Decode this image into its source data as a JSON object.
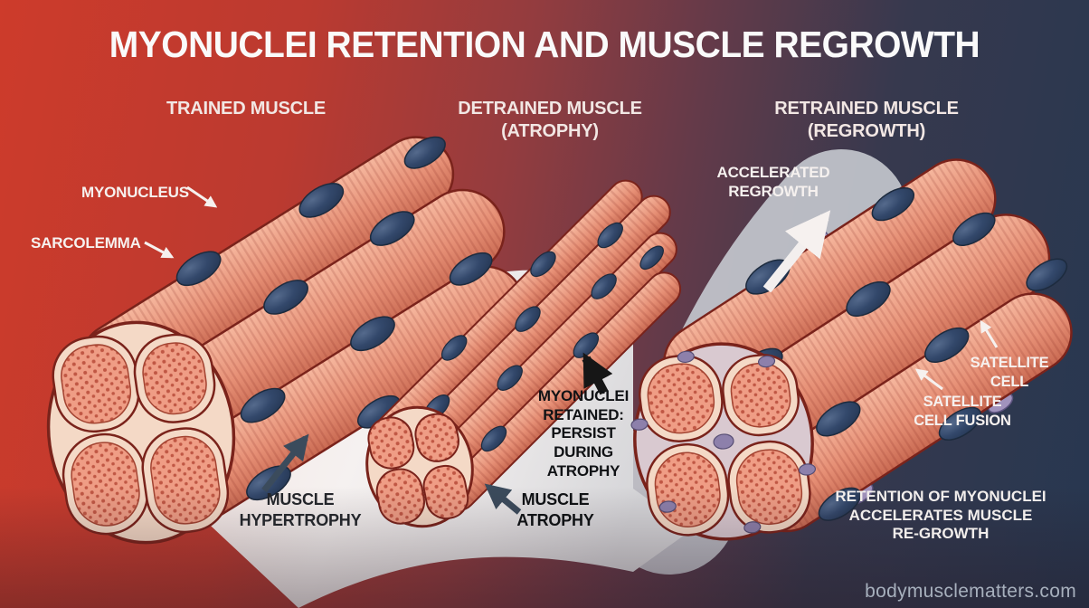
{
  "meta": {
    "title": "MYONUCLEI RETENTION AND MUSCLE REGROWTH",
    "watermark": "bodymusclematters.com"
  },
  "columns": {
    "trained": {
      "label": "TRAINED MUSCLE"
    },
    "detrained": {
      "label": "DETRAINED MUSCLE\n(ATROPHY)"
    },
    "retrained": {
      "label": "RETRAINED MUSCLE\n(REGROWTH)"
    }
  },
  "annotations": {
    "myonucleus": "MYONUCLEUS",
    "sarcolemma": "SARCOLEMMA",
    "muscle_hypertrophy": "MUSCLE\nHYPERTROPHY",
    "myonuclei_retained": "MYONUCLEI\nRETAINED:\nPERSIST\nDURING\nATROPHY",
    "muscle_atrophy": "MUSCLE\nATROPHY",
    "accelerated_regrowth": "ACCELERATED\nREGROWTH",
    "satellite_cell": "SATELLITE\nCELL",
    "satellite_cell_fusion": "SATELLITE\nCELL FUSION",
    "retention_note": "RETENTION OF MYONUCLEI\nACCELERATES MUSCLE\nRE-GROWTH"
  },
  "colors": {
    "background_red": "#cd3b2b",
    "background_navy": "#273750",
    "muscle_fiber": "#e68f75",
    "muscle_outline": "#7a231b",
    "cross_section_ring": "#f4d9c6",
    "myonucleus": "#2c3e58",
    "satellite_cell": "#9a8fb0",
    "swoosh_light": "#f4f0ef",
    "label_dark": "#24262b",
    "label_white": "#f6f1ef"
  }
}
